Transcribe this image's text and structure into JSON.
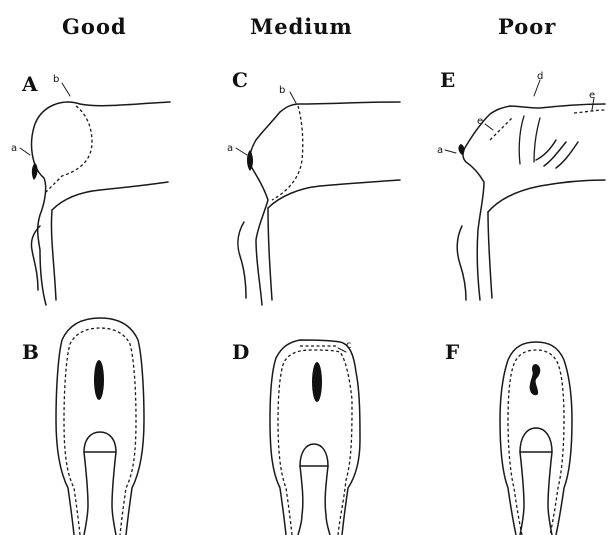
{
  "headers": {
    "good": "Good",
    "medium": "Medium",
    "poor": "Poor"
  },
  "panels": {
    "A": "A",
    "B": "B",
    "C": "C",
    "D": "D",
    "E": "E",
    "F": "F"
  },
  "annotations": {
    "a": "a",
    "b": "b",
    "c": "c",
    "d": "d",
    "e": "e"
  }
}
